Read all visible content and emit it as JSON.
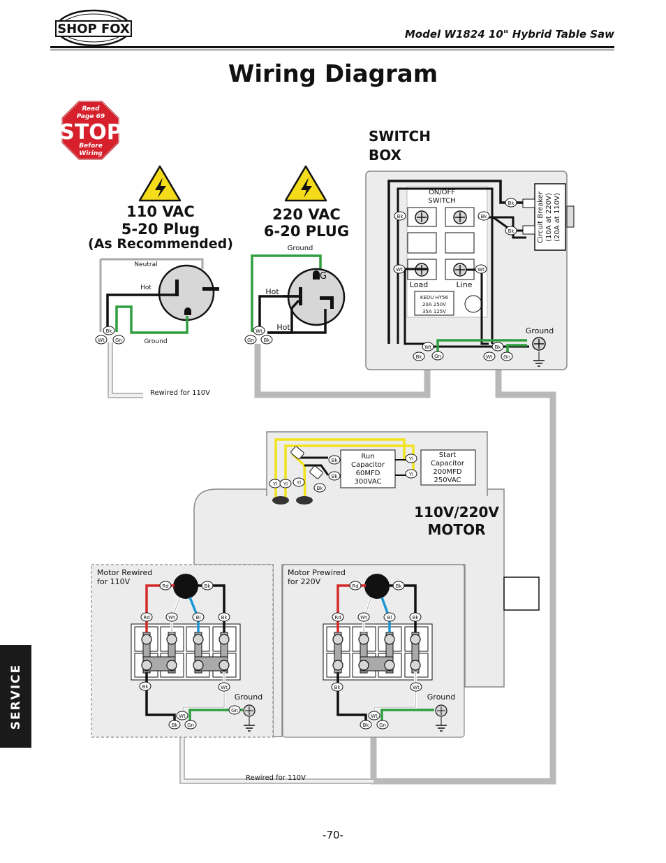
{
  "header": {
    "logo_text": "SHOP FOX",
    "model": "Model W1824 10\" Hybrid Table Saw",
    "title": "Wiring Diagram"
  },
  "stop_sign": {
    "top": "Read",
    "page": "Page 69",
    "word": "STOP",
    "bottom1": "Before",
    "bottom2": "Wiring"
  },
  "plug110": {
    "title1": "110 VAC",
    "title2": "5-20 Plug",
    "title3": "(As Recommended)",
    "neutral": "Neutral",
    "hot": "Hot",
    "ground": "Ground"
  },
  "plug220": {
    "title1": "220 VAC",
    "title2": "6-20 PLUG",
    "ground": "Ground",
    "g": "G",
    "hot1": "Hot",
    "hot2": "Hot"
  },
  "switch_box": {
    "title1": "SWITCH",
    "title2": "BOX",
    "onoff1": "ON/OFF",
    "onoff2": "SWITCH",
    "load": "Load",
    "line": "Line",
    "model1": "KEDU HY56",
    "model2": "20A 250V",
    "model3": "35A 125V",
    "breaker1": "Circuit Breaker",
    "breaker2": "(10A at 220V)",
    "breaker3": "(20A at 110V)",
    "ground": "Ground"
  },
  "rewired_top": "Rewired for 110V",
  "rewired_bottom": "Rewired for 110V",
  "capacitors": {
    "run1": "Run",
    "run2": "Capacitor",
    "run3": "60MFD",
    "run4": "300VAC",
    "start1": "Start",
    "start2": "Capacitor",
    "start3": "200MFD",
    "start4": "250VAC"
  },
  "motor": {
    "title1": "110V/220V",
    "title2": "MOTOR",
    "left_label1": "Motor Rewired",
    "left_label2": "for 110V",
    "right_label1": "Motor Prewired",
    "right_label2": "for 220V",
    "ground": "Ground"
  },
  "wire_labels": {
    "bk": "Bk",
    "wt": "Wt",
    "gn": "Gn",
    "rd": "Rd",
    "bl": "Bl",
    "yl": "Yl"
  },
  "colors": {
    "black": "#111111",
    "green": "#2e9e3e",
    "red": "#d42a2a",
    "blue": "#1b96d4",
    "yellow": "#f1e21c",
    "gray": "#b9b9b9",
    "stop_red": "#d6202b",
    "warning_yellow": "#f4dc1a"
  },
  "section_tab": "SERVICE",
  "page_number": "-70-"
}
